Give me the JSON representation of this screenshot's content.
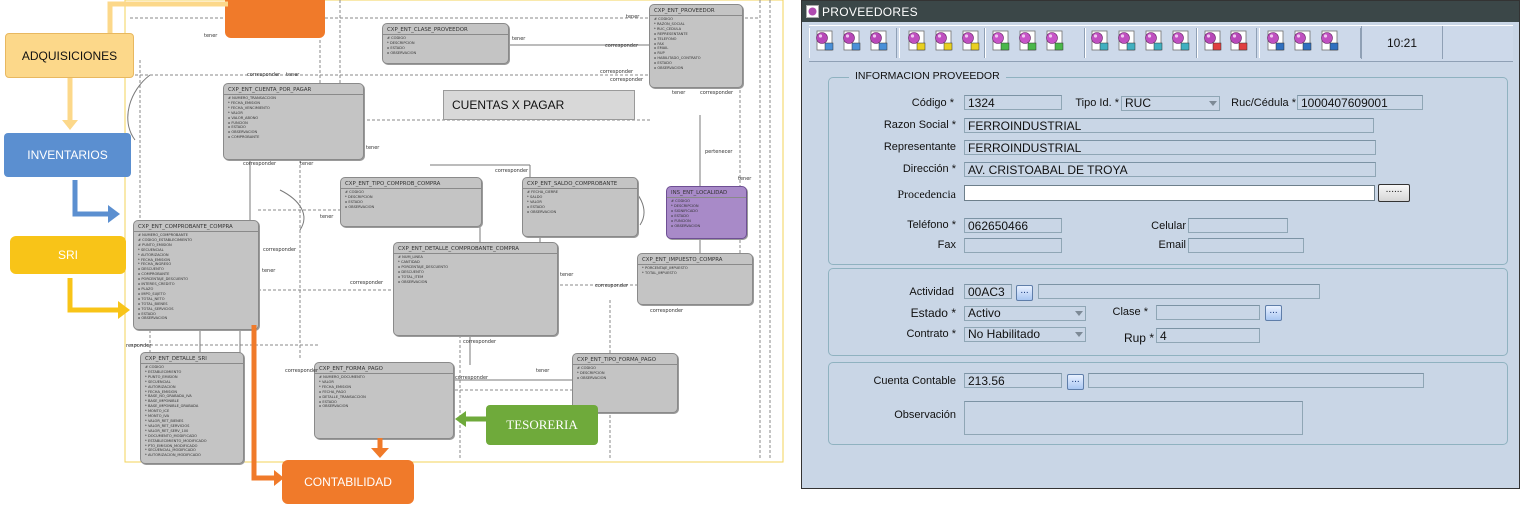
{
  "diagram": {
    "cuentas_x_pagar": "CUENTAS X PAGAR",
    "modules": {
      "adquisiciones": "ADQUISICIONES",
      "inventarios": "INVENTARIOS",
      "sri": "SRI",
      "tesoreria": "TESORERIA",
      "contabilidad": "CONTABILIDAD"
    },
    "colors": {
      "orange": "#f07a2a",
      "yellow_light": "#fcd88a",
      "blue": "#5b8fd0",
      "yellow": "#f8c418",
      "green": "#6faa3b",
      "entity_gray": "#c4c4c4",
      "entity_purple": "#a88ac8"
    },
    "entities": [
      {
        "name": "CXP_ENT_CLASE_PROVEEDOR",
        "attrs": [
          "# CODIGO",
          "* DESCRIPCION",
          "o ESTADO",
          "o OBSERVACION"
        ]
      },
      {
        "name": "CXP_ENT_PROVEEDOR",
        "attrs": [
          "# CODIGO",
          "* RAZON_SOCIAL",
          "* RUC_CEDULA",
          "o REPRESENTANTE",
          "o TELEFONO",
          "o FAX",
          "o EMAIL",
          "o RUP",
          "o HABILITADO_CONTRATO",
          "o ESTADO",
          "o OBSERVACION"
        ]
      },
      {
        "name": "CXP_ENT_CUENTA_POR_PAGAR",
        "attrs": [
          "# NUMERO_TRANSACCION",
          "* FECHA_EMISION",
          "* FECHA_VENCIMIENTO",
          "* VALOR",
          "o VALOR_ABONO",
          "o FUNCION",
          "o ESTADO",
          "o OBSERVACION",
          "o COMPROBANTE"
        ]
      },
      {
        "name": "CXP_ENT_TIPO_COMPROB_COMPRA",
        "attrs": [
          "# CODIGO",
          "* DESCRIPCION",
          "o ESTADO",
          "o OBSERVACION"
        ]
      },
      {
        "name": "CXP_ENT_SALDO_COMPROBANTE",
        "attrs": [
          "# FECHA_CIERRE",
          "* SALDO",
          "* VALOR",
          "o ESTADO",
          "o OBSERVACION"
        ]
      },
      {
        "name": "INS_ENT_LOCALIDAD",
        "attrs": [
          "# CODIGO",
          "* DESCRIPCION",
          "o SIGNIFICADO",
          "o ESTADO",
          "o FUNCION",
          "o OBSERVACION"
        ]
      },
      {
        "name": "CXP_ENT_COMPROBANTE_COMPRA",
        "attrs": [
          "# NUMERO_COMPROBANTE",
          "# CODIGO_ESTABLECIMIENTO",
          "# PUNTO_EMISION",
          "* SECUENCIAL",
          "* AUTORIZACION",
          "* FECHA_EMISION",
          "* FECHA_INGRESO",
          "o DESCUENTO",
          "o COMPROBANTE",
          "o PORCENTAJE_DESCUENTO",
          "o INTERES_CREDITO",
          "o PLAZO",
          "o IMPO_SUJETO",
          "o TOTAL_NETO",
          "o TOTAL_BIENES",
          "o TOTAL_SERVICIOS",
          "o ESTADO",
          "o OBSERVACION"
        ]
      },
      {
        "name": "CXP_ENT_DETALLE_COMPROBANTE_COMPRA",
        "attrs": [
          "# NUM_LINEA",
          "* CANTIDAD",
          "o PORCENTAJE_DESCUENTO",
          "o DESCUENTO",
          "o TOTAL_ITEM",
          "o OBSERVACION"
        ]
      },
      {
        "name": "CXP_ENT_IMPUESTO_COMPRA",
        "attrs": [
          "* PORCENTAJE_IMPUESTO",
          "* TOTAL_IMPUESTO"
        ]
      },
      {
        "name": "CXP_ENT_DETALLE_SRI",
        "attrs": [
          "# CODIGO",
          "* ESTABLECIMIENTO",
          "* PUNTO_EMISION",
          "* SECUENCIAL",
          "* AUTORIZACION",
          "* FECHA_EMISION",
          "* BASE_NO_GRABADA_IVA",
          "* BASE_IMPONIBLE",
          "* BASE_IMPONIBLE_GRABADA",
          "* MONTO_ICE",
          "* MONTO_IVA",
          "* VALOR_RET_BIENES",
          "* VALOR_RET_SERVICIOS",
          "* VALOR_RET_SERV_100",
          "* DOCUMENTO_MODIFICADO",
          "* ESTABLECIMIENTO_MODIFICADO",
          "* PTO_EMISION_MODIFICADO",
          "* SECUENCIAL_MODIFICADO",
          "* AUTORIZACION_MODIFICADO"
        ]
      },
      {
        "name": "CXP_ENT_FORMA_PAGO",
        "attrs": [
          "# NUMERO_DOCUMENTO",
          "* VALOR",
          "* FECHA_EMISION",
          "o FECHA_PAGO",
          "o DETALLE_TRANSACCION",
          "o ESTADO",
          "o OBSERVACION"
        ]
      },
      {
        "name": "CXP_ENT_TIPO_FORMA_PAGO",
        "attrs": [
          "# CODIGO",
          "* DESCRIPCION",
          "o OBSERVACION"
        ]
      }
    ],
    "rel_labels": [
      "tener",
      "corresponder",
      "tener",
      "corresponder",
      "corresponder",
      "tener",
      "corresponder",
      "tener",
      "corresponder",
      "tener",
      "pertenecer",
      "tener",
      "tener",
      "corresponder",
      "tener",
      "corresponder",
      "tener",
      "corresponder",
      "tener",
      "corresponder",
      "corresponder",
      "tener",
      "corresponder",
      "responder",
      "corresponder",
      "corresponder",
      "tener",
      "corresponder"
    ]
  },
  "window": {
    "title": "PROVEEDORES",
    "clock": "10:21",
    "info_legend": "INFORMACION PROVEEDOR",
    "labels": {
      "codigo": "Código *",
      "tipo_id": "Tipo Id. *",
      "ruc_cedula": "Ruc/Cédula *",
      "razon_social": "Razon Social *",
      "representante": "Representante",
      "direccion": "Dirección *",
      "procedencia": "Procedencia",
      "telefono": "Teléfono *",
      "celular": "Celular",
      "fax": "Fax",
      "email": "Email",
      "actividad": "Actividad",
      "estado": "Estado *",
      "clase": "Clase *",
      "contrato": "Contrato *",
      "rup": "Rup *",
      "cuenta_contable": "Cuenta Contable",
      "observacion": "Observación"
    },
    "values": {
      "codigo": "1324",
      "tipo_id": "RUC",
      "ruc_cedula": "1000407609001",
      "razon_social": "FERROINDUSTRIAL",
      "representante": "FERROINDUSTRIAL",
      "direccion": "AV. CRISTOABAL DE TROYA",
      "procedencia": "",
      "telefono": "062650466",
      "celular": "",
      "fax": "",
      "email": "",
      "actividad": "00AC3",
      "actividad_desc": "",
      "estado": "Activo",
      "clase": "",
      "contrato": "No Habilitado",
      "rup": "4",
      "cuenta_contable": "213.56",
      "cuenta_desc": "",
      "observacion": ""
    },
    "lov_small": "...",
    "lov_big": "......",
    "toolbar_icons": [
      "ball-icon",
      "ball-icon",
      "ball-icon",
      "gear-ball-icon",
      "gear-ball-icon",
      "gear-ball-icon",
      "gear-ball-icon",
      "shapes-icon",
      "shapes-icon",
      "shapes-icon",
      "shapes-icon",
      "pyramid-icon",
      "pyramid-icon",
      "pyramid-icon",
      "pyramid-icon",
      "pyramid-icon",
      "pyramid-icon",
      "globe-icon",
      "globe-icon",
      "globe-icon"
    ]
  }
}
